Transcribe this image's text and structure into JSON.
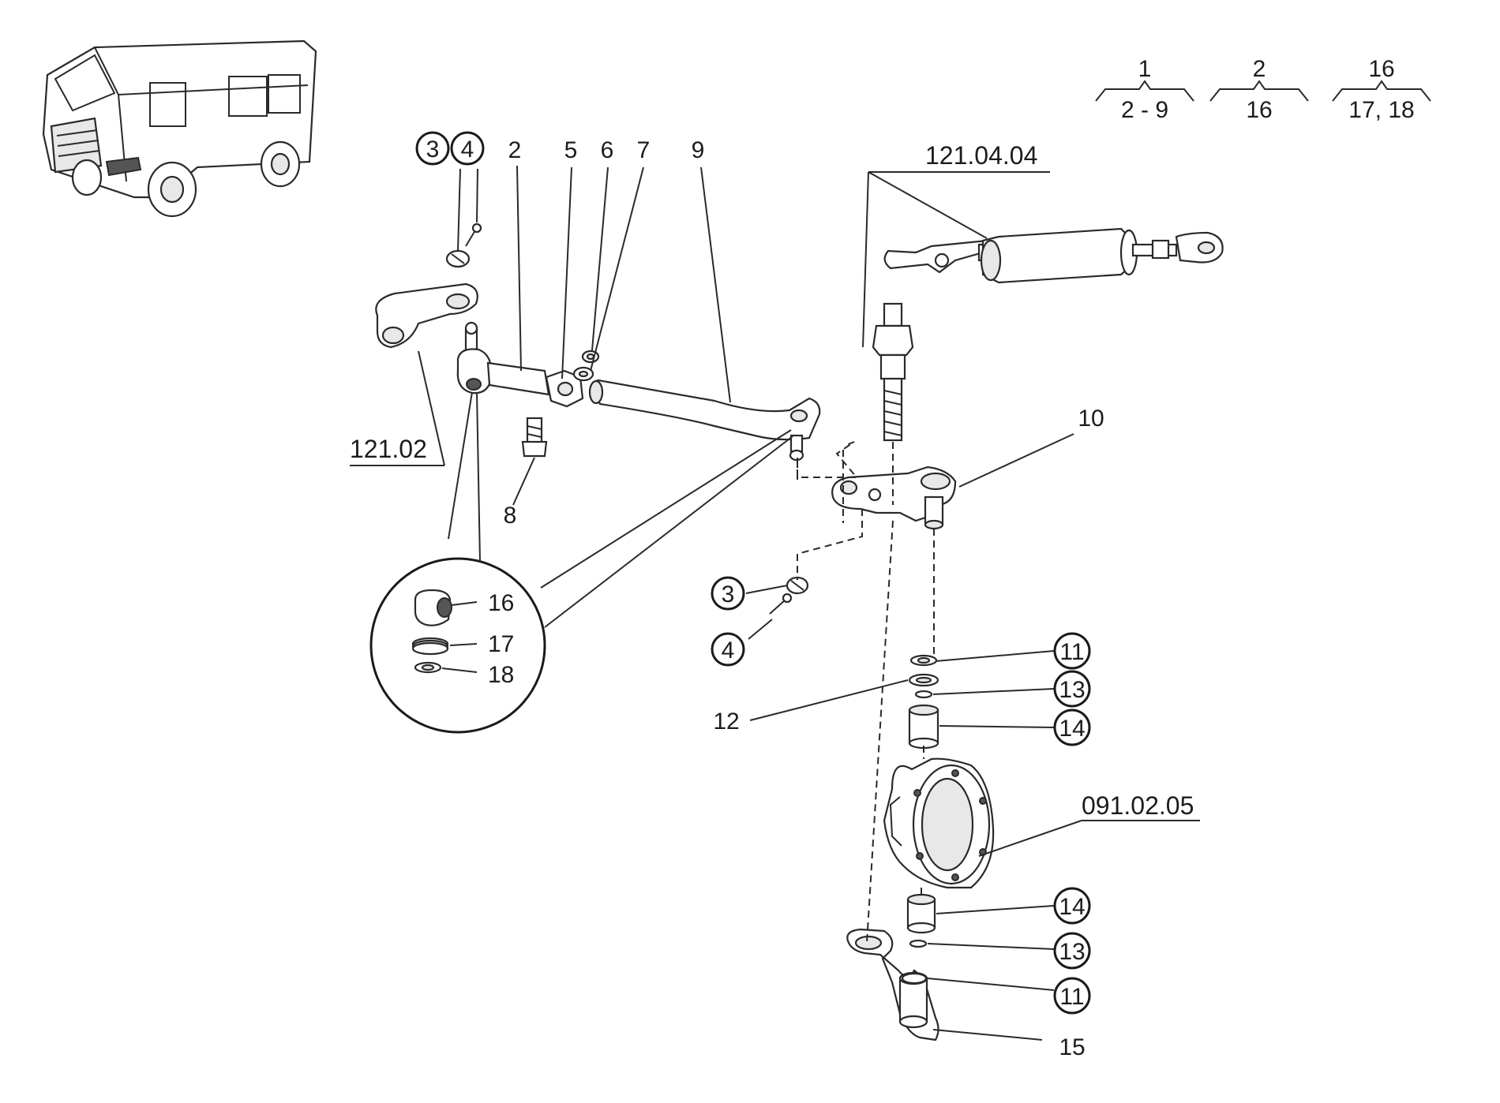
{
  "diagram": {
    "part_numbers": {
      "p2": "2",
      "p3_top": "3",
      "p4_top": "4",
      "p3_mid": "3",
      "p4_mid": "4",
      "p5": "5",
      "p6": "6",
      "p7": "7",
      "p8": "8",
      "p9": "9",
      "p10": "10",
      "p11_a": "11",
      "p11_b": "11",
      "p12": "12",
      "p13_a": "13",
      "p13_b": "13",
      "p14_a": "14",
      "p14_b": "14",
      "p15": "15",
      "p16": "16",
      "p17": "17",
      "p18": "18"
    },
    "references": {
      "ref_121_02": "121.02",
      "ref_121_04_04": "121.04.04",
      "ref_091_02_05": "091.02.05"
    },
    "legend": [
      {
        "top": "1",
        "bottom": "2 - 9"
      },
      {
        "top": "2",
        "bottom": "16"
      },
      {
        "top": "16",
        "bottom": "17, 18"
      }
    ]
  }
}
